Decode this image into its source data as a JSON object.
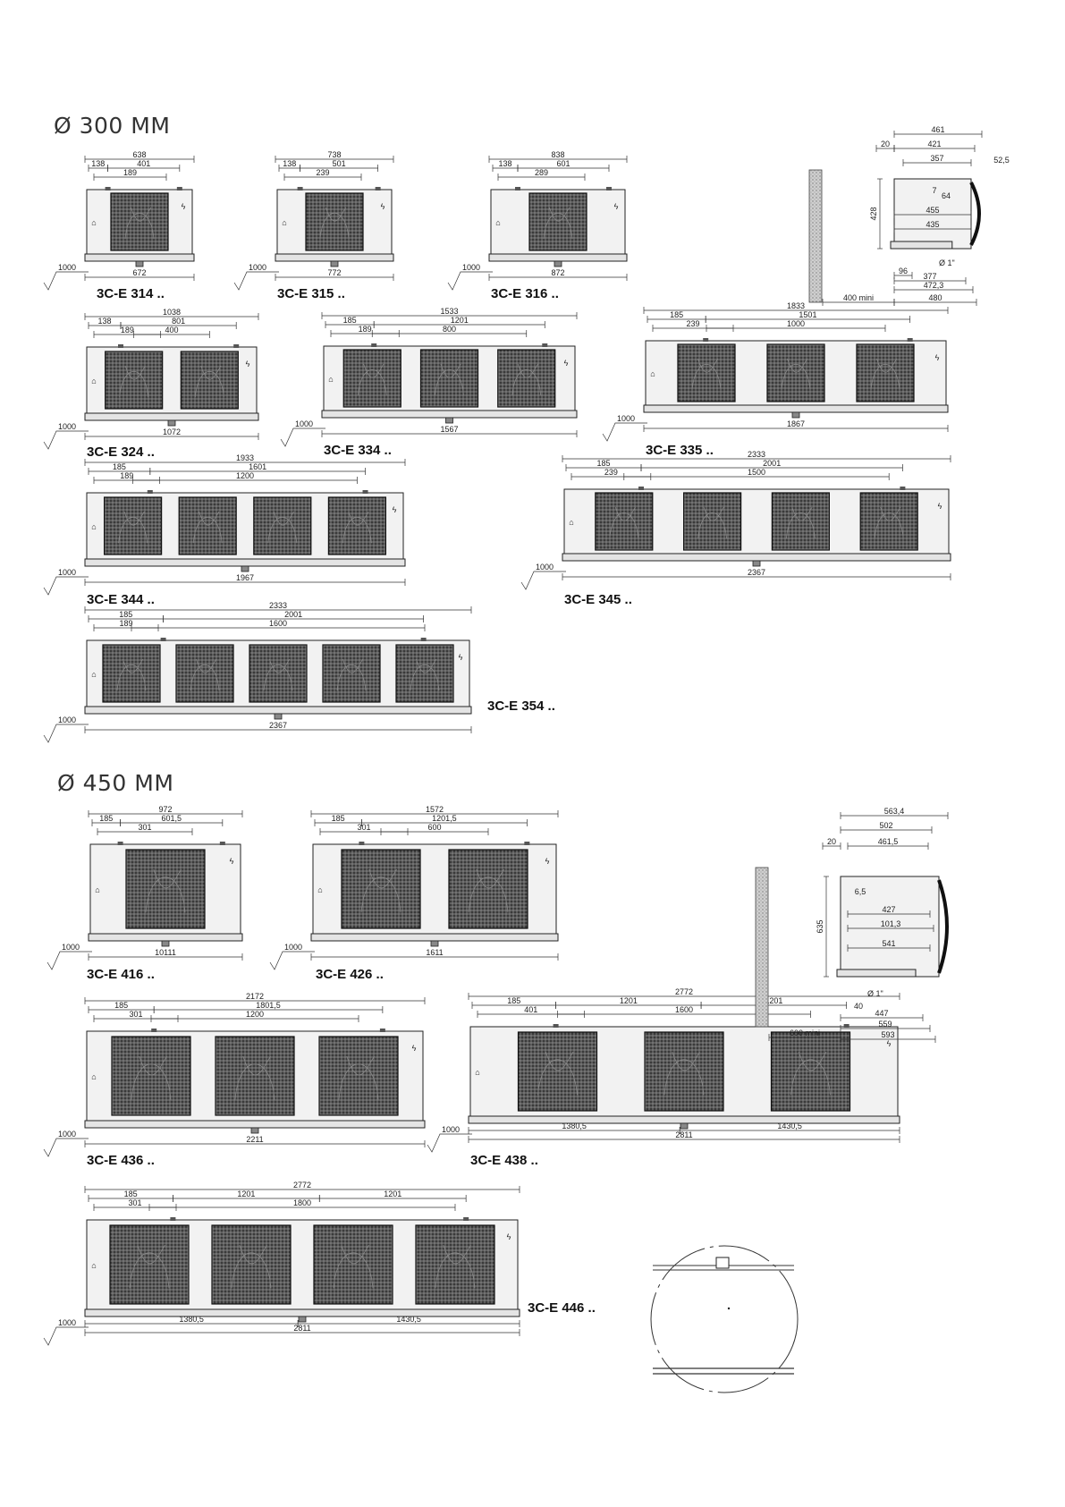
{
  "sections": [
    {
      "title": "Ø 300 MM",
      "units": [
        {
          "model": "3C-E 314 ..",
          "fans": 1,
          "overall": "638",
          "mount": "401",
          "edge": "138",
          "fan_dim": "189",
          "base": "672",
          "clearance": "1000"
        },
        {
          "model": "3C-E 315 ..",
          "fans": 1,
          "overall": "738",
          "mount": "501",
          "edge": "138",
          "fan_dim": "239",
          "base": "772",
          "clearance": "1000"
        },
        {
          "model": "3C-E 316 ..",
          "fans": 1,
          "overall": "838",
          "mount": "601",
          "edge": "138",
          "fan_dim": "289",
          "base": "872",
          "clearance": "1000"
        },
        {
          "model": "3C-E 324 ..",
          "fans": 2,
          "overall": "1038",
          "mount": "801",
          "edge": "138",
          "fan_dim": "189",
          "pitch": "400",
          "base": "1072",
          "clearance": "1000"
        },
        {
          "model": "3C-E 334 ..",
          "fans": 3,
          "overall": "1533",
          "mount": "1201",
          "edge": "185",
          "fan_dim": "189",
          "pitch": "800",
          "base": "1567",
          "clearance": "1000"
        },
        {
          "model": "3C-E 335 ..",
          "fans": 3,
          "overall": "1833",
          "mount": "1501",
          "edge": "185",
          "fan_dim": "239",
          "pitch": "1000",
          "base": "1867",
          "clearance": "1000"
        },
        {
          "model": "3C-E 344 ..",
          "fans": 4,
          "overall": "1933",
          "mount": "1601",
          "edge": "185",
          "fan_dim": "189",
          "pitch": "1200",
          "base": "1967",
          "clearance": "1000"
        },
        {
          "model": "3C-E 345 ..",
          "fans": 4,
          "overall": "2333",
          "mount": "2001",
          "edge": "185",
          "fan_dim": "239",
          "pitch": "1500",
          "base": "2367",
          "clearance": "1000"
        },
        {
          "model": "3C-E 354 ..",
          "fans": 5,
          "overall": "2333",
          "mount": "2001",
          "edge": "185",
          "fan_dim": "189",
          "pitch": "1600",
          "base": "2367",
          "clearance": "1000"
        }
      ],
      "side_view": {
        "w_total": "461",
        "w_inner": "421",
        "w_body": "357",
        "offset": "20",
        "tab": "52,5",
        "height": "428",
        "h_small": "7",
        "h_64": "64",
        "d_455": "455",
        "d_435": "435",
        "drain": "Ø 1\"",
        "d_96": "96",
        "d_377": "377",
        "d_472": "472,3",
        "d_480": "480",
        "wall_gap": "400 mini"
      }
    },
    {
      "title": "Ø 450 MM",
      "units": [
        {
          "model": "3C-E 416 ..",
          "fans": 1,
          "overall": "972",
          "mount": "601,5",
          "edge": "185",
          "fan_dim": "301",
          "base": "10111",
          "clearance": "1000"
        },
        {
          "model": "3C-E 426 ..",
          "fans": 2,
          "overall": "1572",
          "mount": "1201,5",
          "edge": "185",
          "fan_dim": "301",
          "pitch": "600",
          "base": "1611",
          "clearance": "1000"
        },
        {
          "model": "3C-E 436 ..",
          "fans": 3,
          "overall": "2172",
          "mount": "1801,5",
          "edge": "185",
          "fan_dim": "301",
          "pitch": "1200",
          "base": "2211",
          "clearance": "1000"
        },
        {
          "model": "3C-E 438 ..",
          "fans": 3,
          "overall": "2772",
          "mount_a": "1201",
          "mount_b": "1201",
          "edge": "185",
          "fan_dim": "401",
          "pitch": "1600",
          "base": "2811",
          "base_a": "1380,5",
          "base_b": "1430,5",
          "clearance": "1000"
        },
        {
          "model": "3C-E 446 ..",
          "fans": 4,
          "overall": "2772",
          "mount_a": "1201",
          "mount_b": "1201",
          "edge": "185",
          "fan_dim": "301",
          "pitch": "1800",
          "base": "2811",
          "base_a": "1380,5",
          "base_b": "1430,5",
          "clearance": "1000"
        }
      ],
      "side_view": {
        "w_total": "563,4",
        "w_inner": "502",
        "w_body": "461,5",
        "offset": "20",
        "height": "635",
        "h_small": "6,5",
        "d_427": "427",
        "d_101": "101,3",
        "d_541": "541",
        "drain": "Ø 1\"",
        "d_40": "40",
        "d_447": "447",
        "d_559": "559",
        "d_593": "593",
        "wall_gap": "600 mini"
      }
    }
  ]
}
